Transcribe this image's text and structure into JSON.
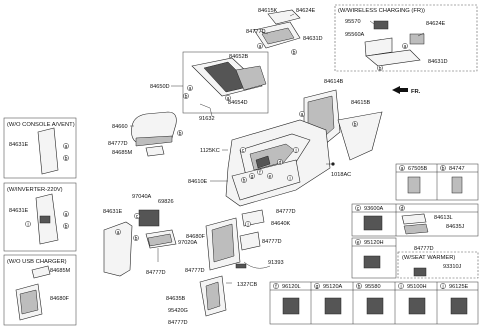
{
  "callouts": {
    "c84615K": "84615K",
    "c84624E_top": "84624E",
    "c84777D_a": "84777D",
    "c84631D_a": "84631D",
    "c84652B": "84652B",
    "c84650D": "84650D",
    "c84654D": "84654D",
    "c91632": "91632",
    "c84614B": "84614B",
    "c84615B": "84615B",
    "c84660": "84660",
    "c84777D_b": "84777D",
    "c84685M_a": "84685M",
    "c1125KC": "1125KC",
    "c84610E": "84610E",
    "c1018AC": "1018AC",
    "c97040A": "97040A",
    "c69826": "69826",
    "c84631E_mid": "84631E",
    "c97020A": "97020A",
    "c84777D_c": "84777D",
    "c84777D_d": "84777D",
    "c84680F_mid": "84680F",
    "c84640K": "84640K",
    "c84777D_e": "84777D",
    "c84777D_f": "84777D",
    "c91393": "91393",
    "c1327CB": "1327CB",
    "c84635B": "84635B",
    "c95420G": "95420G",
    "c84777D_g": "84777D",
    "fr": "FR."
  },
  "variants": {
    "wireless": {
      "title": "(W/WIRELESS CHARGING (FR))",
      "p95570": "95570",
      "p84624E": "84624E",
      "p95560A": "95560A",
      "p84631D": "84631D"
    },
    "console_avent": {
      "title": "(W/O CONSOLE A/VENT)",
      "part": "84631E"
    },
    "inverter": {
      "title": "(W/INVERTER-220V)",
      "part": "84631E"
    },
    "usb": {
      "title": "(W/O USB CHARGER)",
      "p1": "84685M",
      "p2": "84680F"
    },
    "seat_warmer": {
      "title": "(W/SEAT WARMER)",
      "part": "93310J"
    }
  },
  "table": {
    "a": "67505B",
    "b": "84747",
    "c": "93600A",
    "d_1": "84613L",
    "d_2": "84635J",
    "d_3": "84777D",
    "e": "95120H",
    "f": "96120L",
    "g": "95120A",
    "h": "95580",
    "i": "95100H",
    "j": "96125E"
  },
  "letters": {
    "a": "a",
    "b": "b",
    "c": "c",
    "d": "d",
    "e": "e",
    "f": "f",
    "g": "g",
    "h": "h",
    "i": "i",
    "j": "j"
  }
}
